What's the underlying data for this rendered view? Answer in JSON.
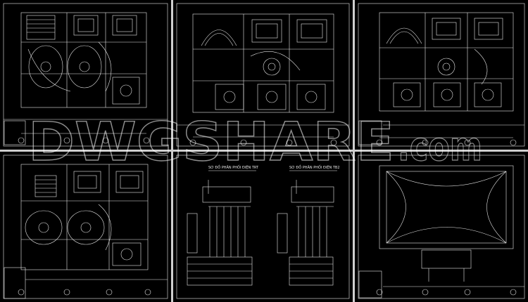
{
  "watermark": {
    "main": "DWGSHARE",
    "suffix": ".com",
    "color": "#ffffff"
  },
  "colors": {
    "line": "#e8e8e8",
    "sheet_bg": "#000000",
    "gap": "#cfcfcf"
  },
  "sheets": [
    {
      "id": "plan-a"
    },
    {
      "id": "plan-b"
    },
    {
      "id": "plan-c"
    },
    {
      "id": "plan-d"
    },
    {
      "id": "distribution-schematic",
      "title_left": "SƠ ĐỒ PHÂN PHỐI ĐIỆN TRT",
      "title_right": "SƠ ĐỒ PHÂN PHỐI ĐIỆN TB2"
    },
    {
      "id": "roof-plan"
    }
  ]
}
